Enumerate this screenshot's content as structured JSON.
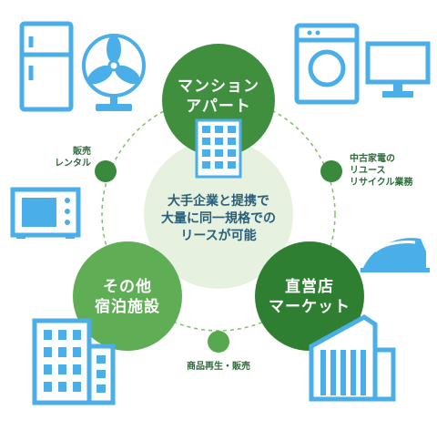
{
  "colors": {
    "green_dark": "#3a8a3e",
    "green_mid": "#56a94f",
    "green_light": "#e6f2df",
    "appliance_blue": "#4aaee8",
    "text_navy": "#2a5f7a",
    "text_green": "#2e6b3a"
  },
  "center": {
    "lines": [
      "大手企業と提携で",
      "大量に同一規格での",
      "リースが可能"
    ]
  },
  "circles": {
    "top": {
      "lines": [
        "マンション",
        "アパート"
      ],
      "icon": "apartment-building-icon"
    },
    "bottom_left": {
      "lines": [
        "その他",
        "宿泊施設"
      ]
    },
    "bottom_right": {
      "lines": [
        "直営店",
        "マーケット"
      ]
    }
  },
  "small_labels": {
    "left": {
      "lines": [
        "販売",
        "レンタル"
      ]
    },
    "right": {
      "lines": [
        "中古家電の",
        "リユース",
        "リサイクル業務"
      ]
    },
    "bottom": {
      "lines": [
        "商品再生・販売"
      ]
    }
  },
  "appliances": [
    "refrigerator-icon",
    "electric-fan-icon",
    "washing-machine-icon",
    "monitor-icon",
    "microwave-icon",
    "iron-icon",
    "office-building-icon",
    "store-building-icon"
  ]
}
